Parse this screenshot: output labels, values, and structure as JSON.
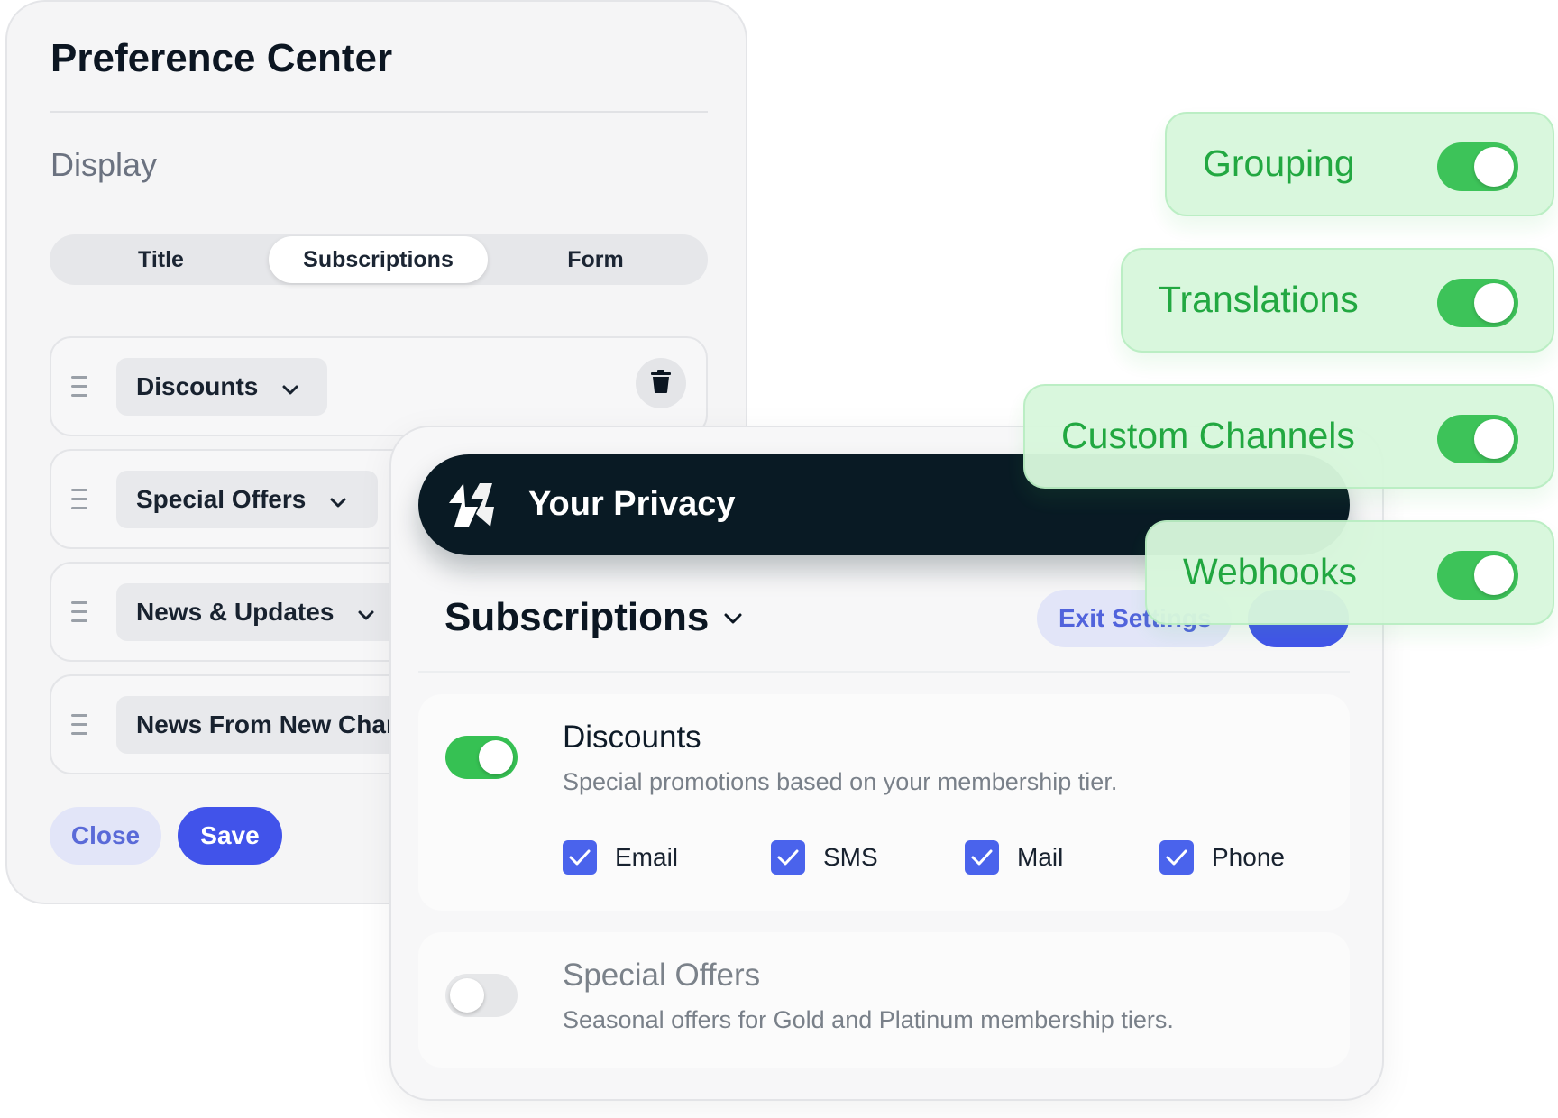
{
  "preference_center": {
    "title": "Preference Center",
    "section_label": "Display",
    "tabs": [
      {
        "label": "Title",
        "active": false
      },
      {
        "label": "Subscriptions",
        "active": true
      },
      {
        "label": "Form",
        "active": false
      }
    ],
    "rows": [
      {
        "label": "Discounts",
        "has_delete": true
      },
      {
        "label": "Special Offers",
        "has_delete": false
      },
      {
        "label": "News & Updates",
        "has_delete": false
      },
      {
        "label": "News From New Char",
        "has_delete": false
      }
    ],
    "close_label": "Close",
    "save_label": "Save"
  },
  "subscriptions_card": {
    "brand_title": "Your Privacy",
    "heading": "Subscriptions",
    "exit_label": "Exit Settings",
    "items": [
      {
        "title": "Discounts",
        "description": "Special promotions based on your membership tier.",
        "enabled": true,
        "channels": [
          {
            "label": "Email",
            "checked": true
          },
          {
            "label": "SMS",
            "checked": true
          },
          {
            "label": "Mail",
            "checked": true
          },
          {
            "label": "Phone",
            "checked": true
          }
        ]
      },
      {
        "title": "Special Offers",
        "description": "Seasonal offers for Gold and Platinum membership tiers.",
        "enabled": false
      }
    ]
  },
  "features": [
    {
      "label": "Grouping",
      "enabled": true
    },
    {
      "label": "Translations",
      "enabled": true
    },
    {
      "label": "Custom Channels",
      "enabled": true
    },
    {
      "label": "Webhooks",
      "enabled": true
    }
  ],
  "colors": {
    "primary": "#4153ea",
    "toggle_on": "#36c153",
    "pill_bg": "#d8f7dc",
    "pill_text": "#1aa53a",
    "brand_bar": "#091a24"
  },
  "icons": {
    "drag": "drag-handle-icon",
    "dropdown": "chevron-down-icon",
    "delete": "trash-icon",
    "check": "checkmark-icon",
    "brand": "brand-logo-icon"
  }
}
